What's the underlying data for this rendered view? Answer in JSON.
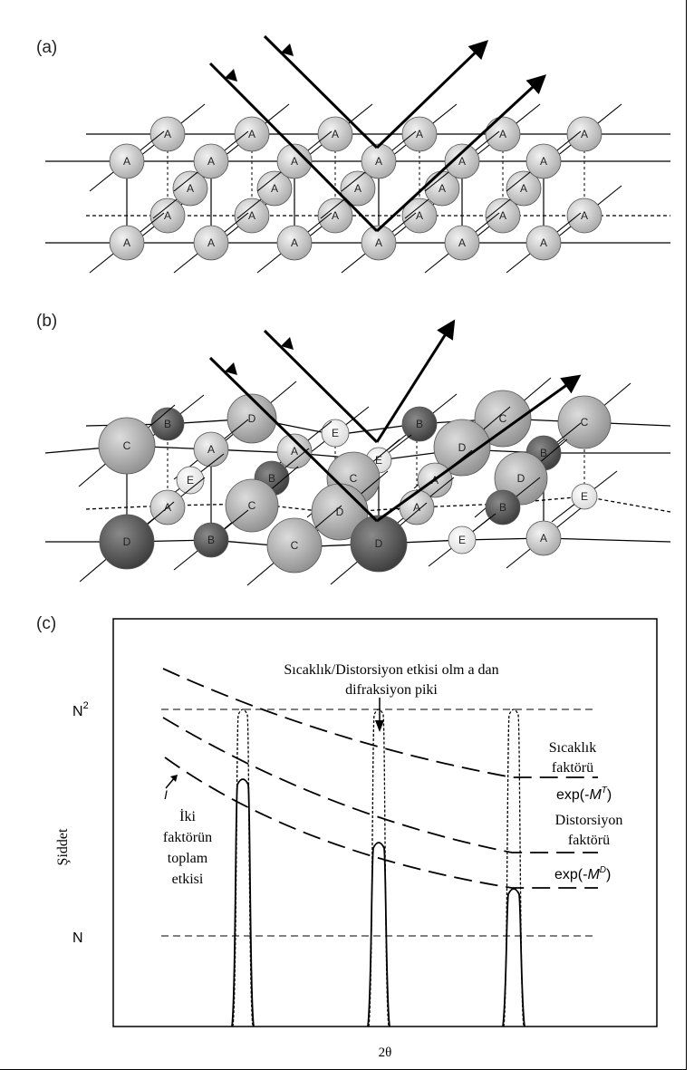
{
  "panels": {
    "a": {
      "label": "(a)",
      "atom_letter": "A"
    },
    "b": {
      "label": "(b)",
      "atom_letters": [
        "A",
        "B",
        "C",
        "D",
        "E"
      ]
    },
    "c": {
      "label": "(c)"
    }
  },
  "plot": {
    "annotation_line1": "Sıcaklık/Distorsiyon etkisi olm a dan",
    "annotation_line2": "difraksiyon piki",
    "y_tick_n2_base": "N",
    "y_tick_n2_exp": "2",
    "y_tick_n": "N",
    "y_axis_label": "Şiddet",
    "x_axis_label": "2θ",
    "temp_factor_line1": "Sıcaklık",
    "temp_factor_line2": "faktörü",
    "temp_formula_prefix": "exp(-",
    "temp_formula_symbol": "M",
    "temp_formula_sup": "T",
    "temp_formula_suffix": ")",
    "dist_factor_line1": "Distorsiyon",
    "dist_factor_line2": "faktörü",
    "dist_formula_prefix": "exp(-",
    "dist_formula_symbol": "M",
    "dist_formula_sup": "D",
    "dist_formula_suffix": ")",
    "combined_line1": "İki",
    "combined_line2": "faktörün",
    "combined_line3": "toplam",
    "combined_line4": "etkisi",
    "curve_marker": "I"
  },
  "colors": {
    "atom_light": "#d4d4d4",
    "atom_dark": "#5a5a5a",
    "atom_white": "#f0f0f0",
    "line": "#000000"
  }
}
